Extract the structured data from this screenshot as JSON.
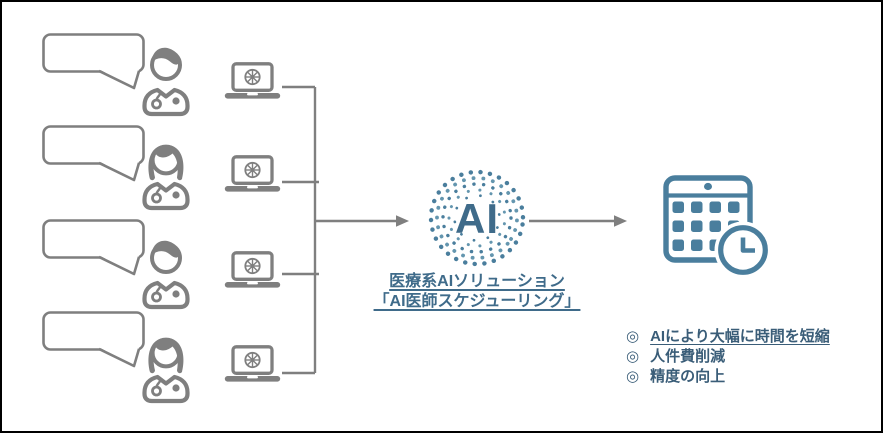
{
  "ai_node": {
    "label": "AI"
  },
  "solution": {
    "line1": "医療系AIソリューション",
    "line2": "「AI医師スケジューリング」"
  },
  "benefits": {
    "marker": "◎",
    "items": [
      {
        "text": "AIにより大幅に時間を短縮"
      },
      {
        "text": "人件費削減"
      },
      {
        "text": "精度の向上"
      }
    ]
  },
  "colors": {
    "icon_gray": "#7f7f7f",
    "accent_teal": "#4a7e9d",
    "heading_text": "#3f6b8a",
    "benefit_text": "#3a5d78",
    "background": "#ffffff",
    "border": "#000000"
  },
  "icons": {
    "bullet": "bullseye-icon",
    "left_column": [
      "speech-bubble",
      "male-doctor-icon",
      "female-doctor-icon",
      "laptop-icon"
    ],
    "center": "ai-dotted-circle-icon",
    "right": "calendar-clock-icon"
  }
}
